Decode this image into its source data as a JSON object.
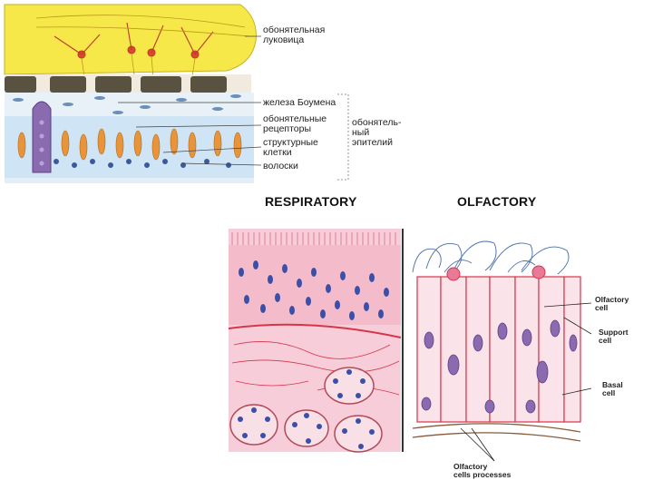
{
  "top_diagram": {
    "labels": {
      "olfactory_bulb": [
        "обонятельная",
        "луковица"
      ],
      "bowman_gland": "железа Боумена",
      "olfactory_receptors": [
        "обонятельные",
        "рецепторы"
      ],
      "olfactory_epithelium": [
        "обонятель-",
        "ный",
        "эпителий"
      ],
      "structural_cells": [
        "структурные",
        "клетки"
      ],
      "hairs": "волоски"
    }
  },
  "bottom_diagram": {
    "headings": {
      "respiratory": "RESPIRATORY",
      "olfactory": "OLFACTORY"
    },
    "labels": {
      "olfactory_cell": [
        "Olfactory",
        "cell"
      ],
      "support_cell": [
        "Support",
        "cell"
      ],
      "basal_cell": [
        "Basal",
        "cell"
      ],
      "olfactory_processes": [
        "Olfactory",
        "cells processes"
      ]
    }
  },
  "colors": {
    "bulb_yellow": "#f7e84a",
    "epithelium_blue": "#cfe4f4",
    "receptor_orange": "#e8943a",
    "gland_purple": "#8a6bb0",
    "tissue_pink": "#f2b3c4",
    "nucleus_blue": "#3b4fa8",
    "membrane_red": "#d8344a"
  }
}
